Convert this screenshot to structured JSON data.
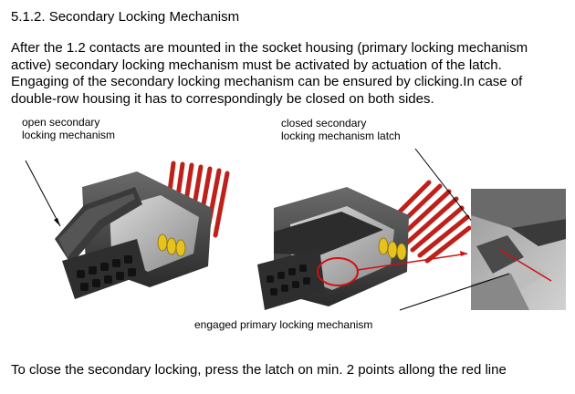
{
  "section": {
    "heading": "5.1.2. Secondary Locking Mechanism"
  },
  "paragraph": {
    "lines": [
      "After the 1.2 contacts are mounted in the socket housing (primary locking mechanism",
      "active) secondary locking mechanism must be activated by actuation of the latch.",
      "Engaging of the secondary locking mechanism can be ensured by clicking.In case of",
      "double-row housing it has to correspondingly be closed on both sides."
    ]
  },
  "figure": {
    "label_open": [
      "open secondary",
      "locking mechanism"
    ],
    "label_closed": [
      "closed secondary",
      "locking mechanism latch"
    ],
    "label_primary": "engaged primary locking mechanism",
    "colors": {
      "housing": "#3a3a3a",
      "wire": "#c0201a",
      "contact": "#e6c220",
      "highlight": "#d01010"
    }
  },
  "footer": {
    "text": "To close the secondary locking, press the latch on min. 2 points allong the red line"
  }
}
